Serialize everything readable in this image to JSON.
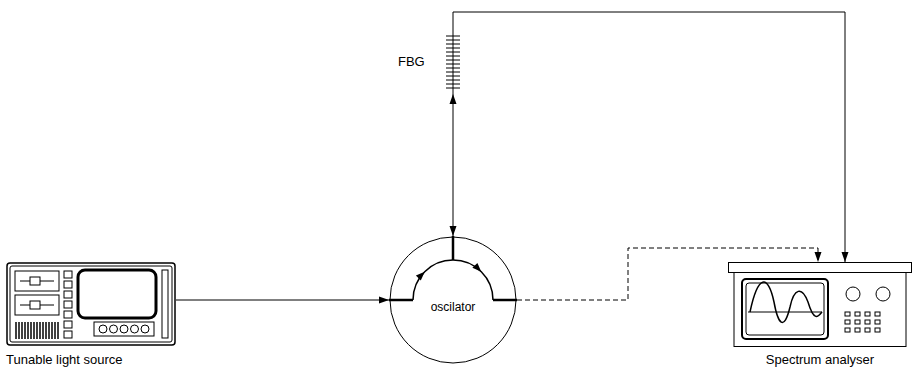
{
  "diagram": {
    "nodes": [
      {
        "text": [
          "Tunable light source"
        ]
      },
      {
        "text": [
          "oscilator"
        ]
      },
      {
        "text": [
          "FBG"
        ]
      },
      {
        "text": [
          "Spectrum analyser"
        ]
      }
    ],
    "edges": [
      {
        "from": 0,
        "to": 1,
        "arrow": "to"
      },
      {
        "from": 1,
        "to": 2,
        "arrow": "both"
      },
      {
        "from": 2,
        "to": 3,
        "arrow": "to"
      },
      {
        "from": 1,
        "to": 3,
        "arrow": "to"
      }
    ]
  }
}
